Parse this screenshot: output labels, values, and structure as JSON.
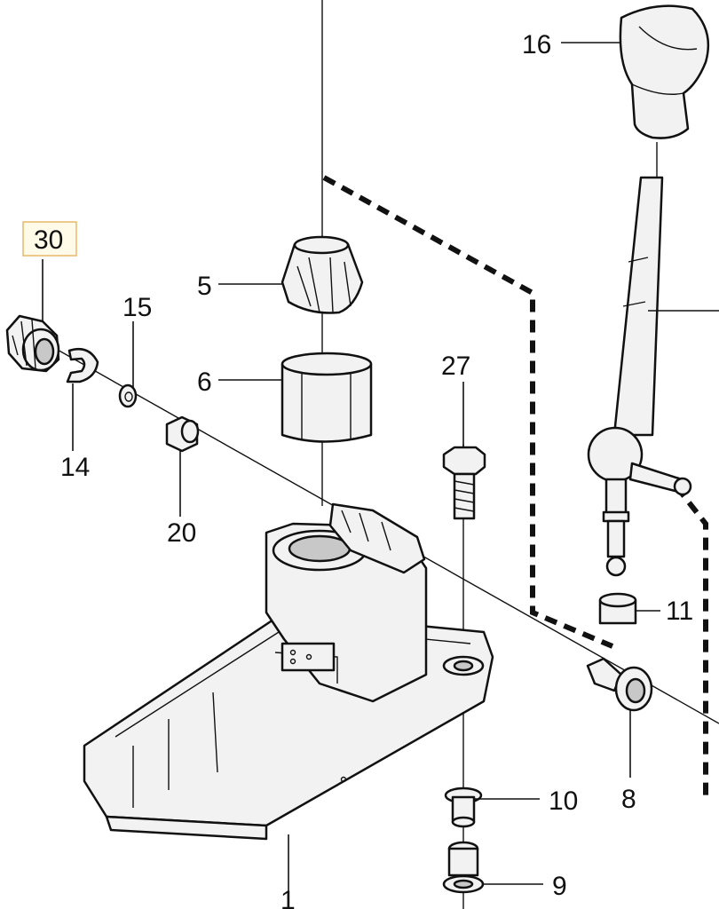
{
  "diagram": {
    "callouts": {
      "c16": "16",
      "c30": "30",
      "c5": "5",
      "c15": "15",
      "c6": "6",
      "c27": "27",
      "c14": "14",
      "c20": "20",
      "c11": "11",
      "c10": "10",
      "c8": "8",
      "c9": "9",
      "c1": "1"
    },
    "highlighted_callout": "30",
    "colors": {
      "line": "#111111",
      "part_fill": "#f2f2f2",
      "highlight_border": "#e8b86a"
    }
  }
}
